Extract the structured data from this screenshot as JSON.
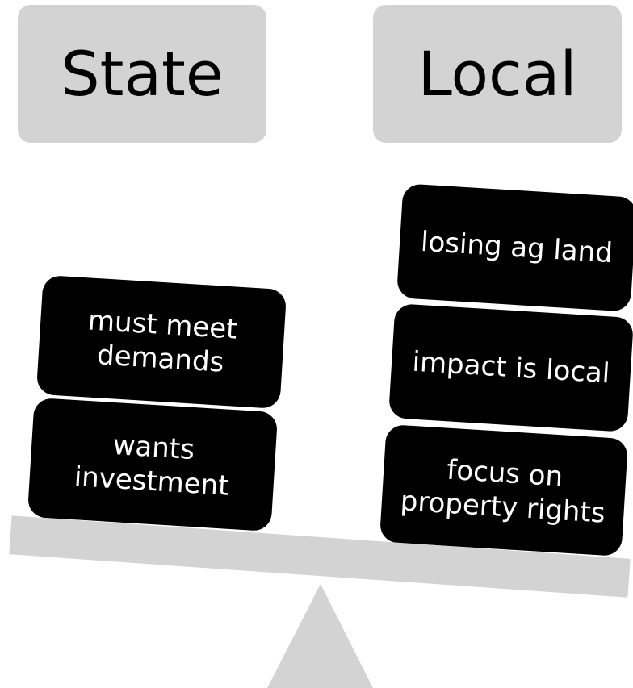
{
  "headers": {
    "state": "State",
    "local": "Local"
  },
  "state_items": [
    "must meet\ndemands",
    "wants\ninvestment"
  ],
  "local_items": [
    "losing ag land",
    "impact is local",
    "focus on\nproperty rights"
  ],
  "colors": {
    "header_bg": "#d3d3d3",
    "card_bg": "#000000",
    "card_text": "#ffffff",
    "scale": "#d3d3d3"
  }
}
